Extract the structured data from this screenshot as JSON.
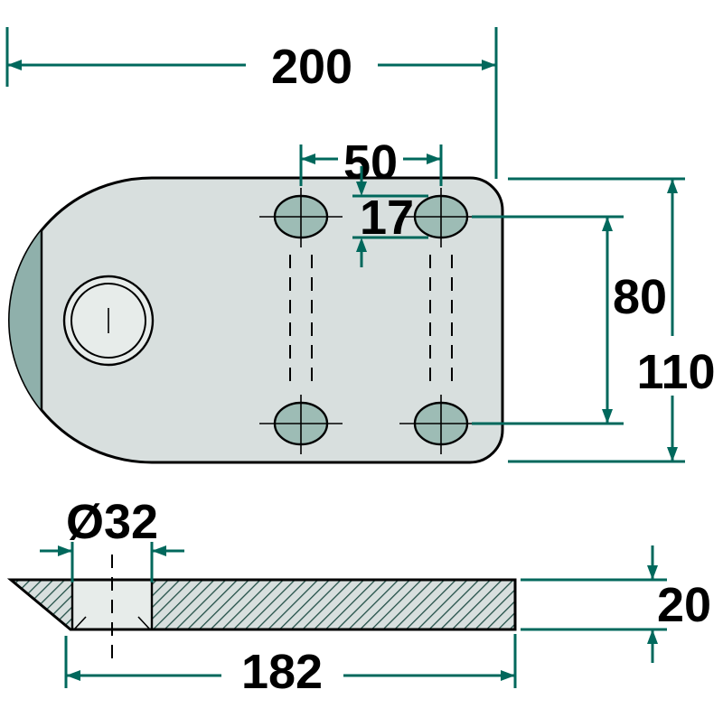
{
  "drawing": {
    "type": "technical-drawing",
    "part": "mounting-plate-two-views",
    "colors": {
      "accent": "#00685C",
      "plate": "#d8dfde",
      "plate_light": "#e7ecea",
      "hole": "#9dbcb5",
      "bevel": "#8fb0ab",
      "hatch": "#235048"
    },
    "dims": {
      "overall_width": "200",
      "hole_pitch_x": "50",
      "slot_width": "17",
      "hole_pitch_y": "80",
      "overall_height": "110",
      "bore": "Ø32",
      "thickness": "20",
      "flat_length": "182"
    }
  }
}
